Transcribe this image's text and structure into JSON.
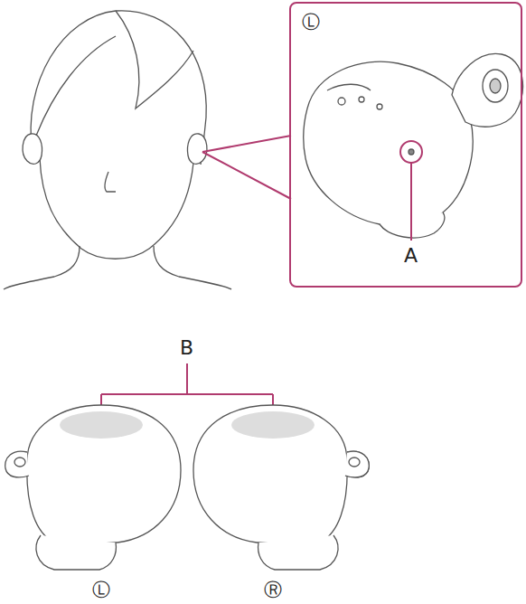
{
  "diagram": {
    "nodes": [
      {
        "text": [
          "Ⓛ",
          "A"
        ]
      }
    ],
    "labels": [
      "B",
      "Ⓛ",
      "Ⓡ"
    ]
  }
}
